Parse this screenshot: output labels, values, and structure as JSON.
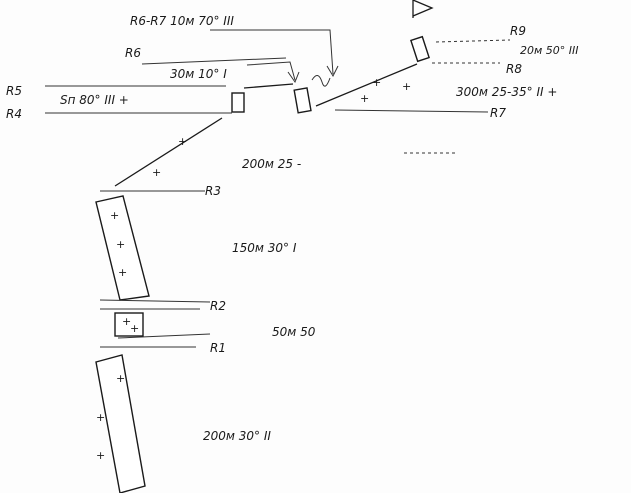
{
  "labels": {
    "r6_r7_spec": "R6-R7  10м 70° III",
    "r6": "R6",
    "r6_spec": "30м 10° I",
    "r5": "R5",
    "r5_spec": "Sп 80° III +",
    "r4": "R4",
    "r9": "R9",
    "r9_spec": "20м 50° III",
    "r8": "R8",
    "r8_spec": "300м 25-35° II +",
    "r7": "R7",
    "seg_200_25": "200м 25 -",
    "r3": "R3",
    "seg_150_30": "150м 30° I",
    "r2": "R2",
    "seg_50_50": "50м 50",
    "r1": "R1",
    "seg_200_30": "200м 30° II"
  },
  "marks": {
    "plus": "+"
  }
}
